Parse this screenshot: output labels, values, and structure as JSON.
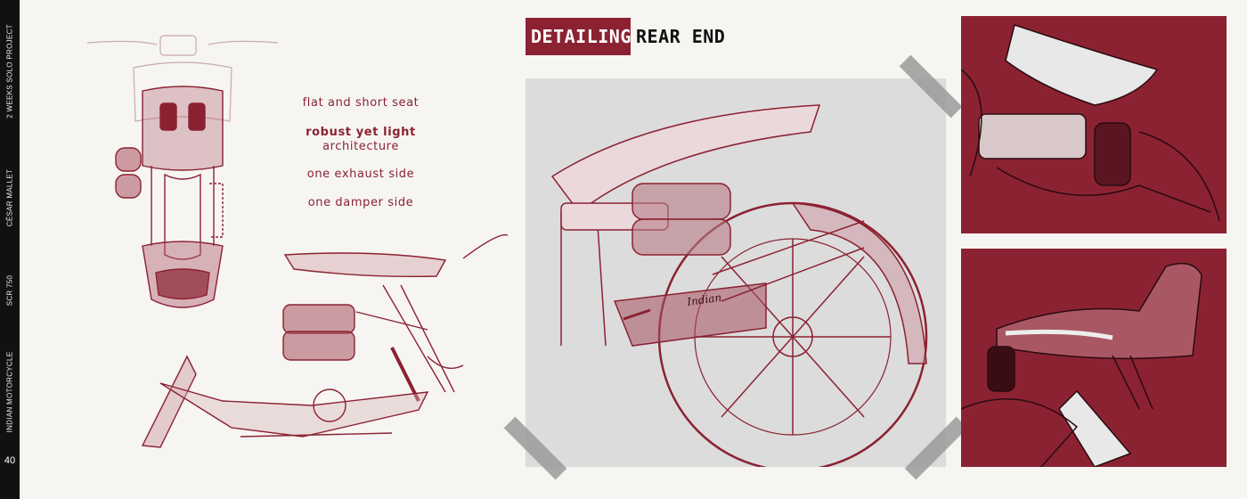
{
  "sidebar": {
    "labels": [
      "2 WEEKS SOLO PROJECT",
      "CÉSAR MALLET",
      "SCR 750",
      "INDIAN MOTORCYCLE"
    ],
    "page_number": "40"
  },
  "title": {
    "highlight": "DETAILING",
    "rest": "REAR END"
  },
  "notes": {
    "seat": "flat and short seat",
    "architecture_bold": "robust yet light",
    "architecture": "architecture",
    "exhaust": "one exhaust side",
    "damper": "one damper side"
  },
  "colors": {
    "accent": "#8b2232",
    "sidebar": "#111111",
    "panel_grey": "#dcdcdc",
    "tape": "#9a9a9a"
  },
  "logo_text": "Indian"
}
